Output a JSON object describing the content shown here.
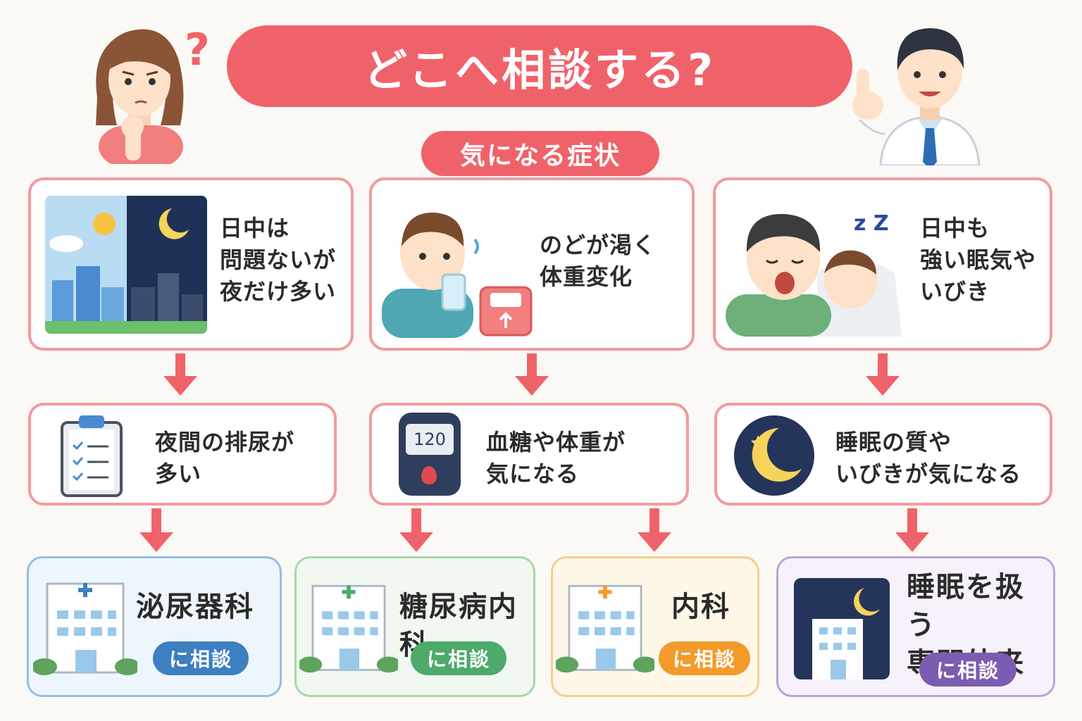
{
  "title": "どこへ相談する?",
  "subtitle": "気になる症状",
  "question_mark": "?",
  "symptoms": [
    {
      "text": "日中は\n問題ないが\n夜だけ多い"
    },
    {
      "text": "のどが渇く\n体重変化"
    },
    {
      "text": "日中も\n強い眠気や\nいびき"
    }
  ],
  "concerns": [
    {
      "text": "夜間の排尿が\n多い"
    },
    {
      "text": "血糖や体重が\n気になる",
      "meter_value": "120"
    },
    {
      "text": "睡眠の質や\nいびきが気になる"
    }
  ],
  "zzz": "z Z",
  "departments": [
    {
      "name": "泌尿器科",
      "badge": "に相談",
      "color": "#3d7fc1",
      "bg": "#eef6fd",
      "border": "#8fc0ea"
    },
    {
      "name": "糖尿病内科",
      "badge": "に相談",
      "color": "#4daa6a",
      "bg": "#f0f8f0",
      "border": "#a9d6ad"
    },
    {
      "name": "内科",
      "badge": "に相談",
      "color": "#f39a2b",
      "bg": "#fff8e8",
      "border": "#f5cf88"
    },
    {
      "name": "睡眠を扱う\n専門外来",
      "badge": "に相談",
      "color": "#7c5cb0",
      "bg": "#f6f1fb",
      "border": "#b9a3da"
    }
  ],
  "colors": {
    "accent": "#f0626a",
    "card_border": "#f29a9d",
    "arrow": "#f0626a"
  }
}
